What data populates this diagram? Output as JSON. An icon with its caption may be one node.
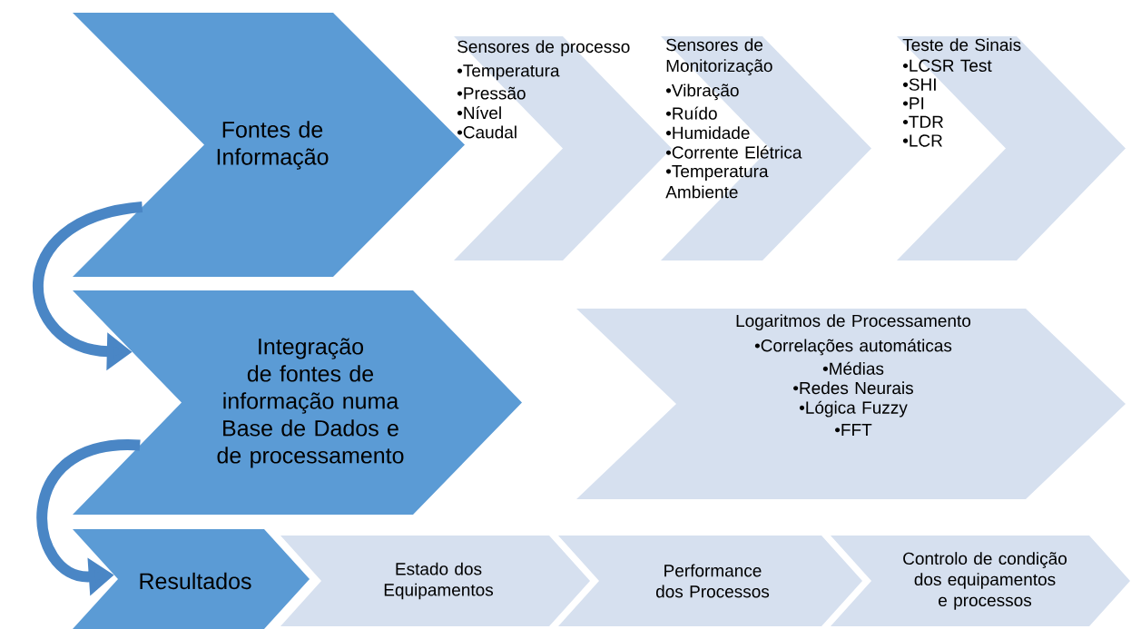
{
  "diagram": {
    "nodes": [
      {
        "text": [
          "Fontes de Informação"
        ]
      },
      {
        "text": [
          "Sensores de processo",
          "•Temperatura",
          "•Pressão",
          "•Nível",
          "•Caudal"
        ]
      },
      {
        "text": [
          "Sensores de Monitorização",
          "•Vibração",
          "•Ruído",
          "•Humidade",
          "•Corrente Elétrica",
          "•Temperatura Ambiente"
        ]
      },
      {
        "text": [
          "Teste de Sinais",
          "•LCSR Test",
          "•SHI",
          "•PI",
          "•TDR",
          "•LCR"
        ]
      },
      {
        "text": [
          "Integração de fontes de informação numa Base de Dados e de processamento"
        ]
      },
      {
        "text": [
          "Logaritmos de Processamento",
          "•Correlações automáticas",
          "•Médias",
          "•Redes Neurais",
          "•Lógica Fuzzy",
          "•FFT"
        ]
      },
      {
        "text": [
          "Resultados"
        ]
      },
      {
        "text": [
          "Estado dos Equipamentos"
        ]
      },
      {
        "text": [
          "Performance dos Processos"
        ]
      },
      {
        "text": [
          "Controlo de condição dos equipamentos e processos"
        ]
      }
    ],
    "edges": [
      {
        "from": 0,
        "to": 4,
        "arrow": "to"
      },
      {
        "from": 4,
        "to": 6,
        "arrow": "to"
      }
    ]
  }
}
